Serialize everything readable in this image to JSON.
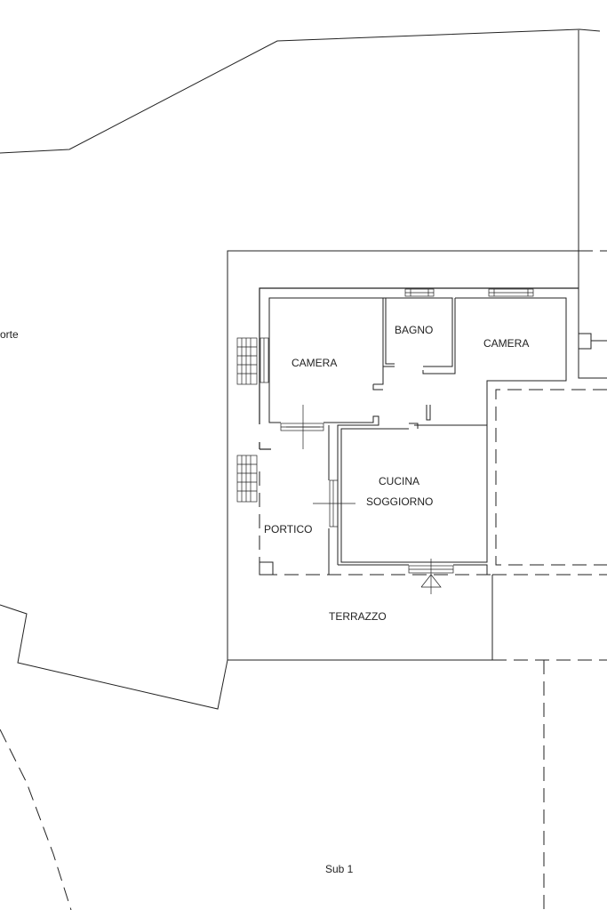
{
  "labels": {
    "corte": "orte",
    "camera_left": "CAMERA",
    "bagno": "BAGNO",
    "camera_right": "CAMERA",
    "cucina": "CUCINA",
    "soggiorno": "SOGGIORNO",
    "portico": "PORTICO",
    "terrazzo": "TERRAZZO",
    "sub": "Sub 1"
  },
  "colors": {
    "line": "#222222",
    "background": "#ffffff"
  }
}
